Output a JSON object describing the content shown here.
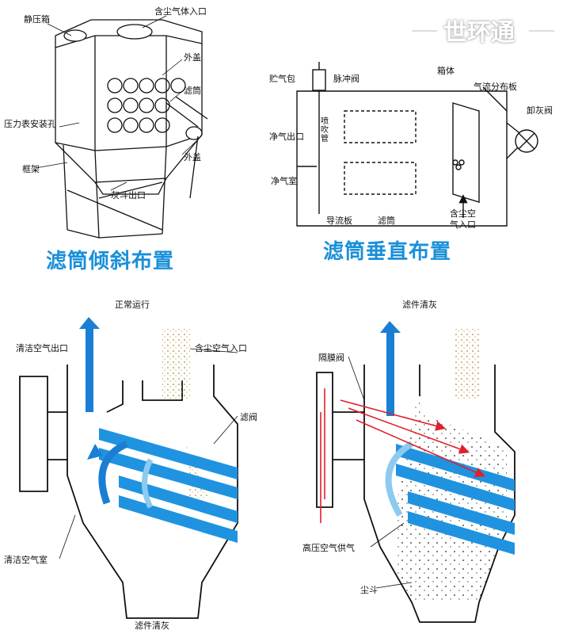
{
  "watermark": "世环通",
  "panel_tl": {
    "caption": "滤筒倾斜布置",
    "labels": {
      "plenum": "静压箱",
      "inlet": "含尘气体入口",
      "outer_cover1": "外盖",
      "filter": "滤筒",
      "gauge_hole": "压力表安装孔",
      "outer_cover2": "外盖",
      "frame": "框架",
      "hopper_outlet": "灰斗出口"
    }
  },
  "panel_tr": {
    "caption": "滤筒垂直布置",
    "labels": {
      "air_tank": "贮气包",
      "pulse_valve": "脉冲阀",
      "casing": "箱体",
      "distributor": "气流分布板",
      "clean_outlet": "净气出口",
      "blow_pipe": "喷吹管",
      "discharge_valve": "卸灰阀",
      "clean_room": "净气室",
      "guide_plate": "导流板",
      "filter": "滤筒",
      "dirty_inlet_1": "含尘空",
      "dirty_inlet_2": "气入口"
    }
  },
  "panel_bl": {
    "labels": {
      "title": "正常运行",
      "clean_outlet": "清洁空气出口",
      "dirty_inlet": "含尘空气入口",
      "filter_valve": "滤阀",
      "clean_room": "清洁空气室",
      "bottom": "滤件清灰"
    }
  },
  "panel_br": {
    "labels": {
      "title": "滤件清灰",
      "diaphragm": "隔膜阀",
      "hp_air": "高压空气供气",
      "hopper": "尘斗"
    }
  },
  "colors": {
    "caption": "#1a8fd8",
    "flow_blue": "#1a7fd4",
    "flow_light": "#8ccaf0",
    "filter_blue": "#1f93e0",
    "dust": "#e8d9b4",
    "pulse_red": "#e0202a"
  }
}
